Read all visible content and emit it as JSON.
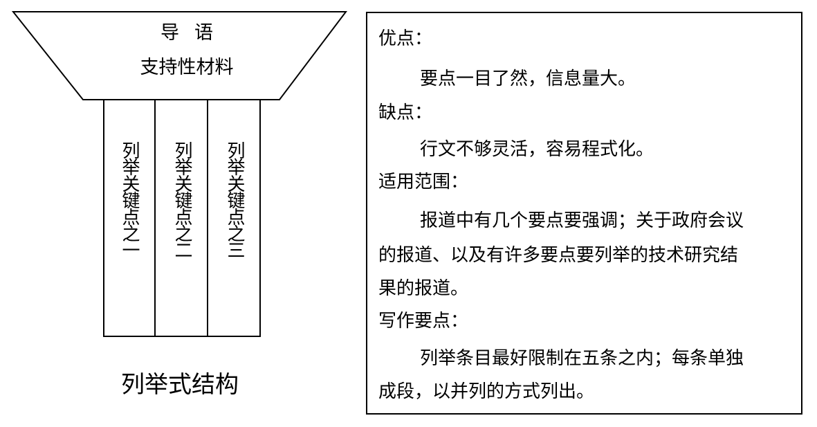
{
  "diagram": {
    "lead_title": "导语",
    "lead_subtitle": "支持性材料",
    "columns": [
      {
        "label": "列举关键点之一"
      },
      {
        "label": "列举关键点之二"
      },
      {
        "label": "列举关键点之三"
      }
    ],
    "caption": "列举式结构"
  },
  "info": {
    "lines": [
      {
        "text": "优点："
      },
      {
        "text": "要点一目了然，信息量大。"
      },
      {
        "text": "缺点："
      },
      {
        "text": "行文不够灵活，容易程式化。"
      },
      {
        "text": "适用范围："
      },
      {
        "text": "报道中有几个要点要强调；关于政府会议"
      },
      {
        "text": "的报道、以及有许多要点要列举的技术研究结"
      },
      {
        "text": "果的报道。"
      },
      {
        "text": "写作要点："
      },
      {
        "text": "列举条目最好限制在五条之内；每条单独"
      },
      {
        "text": "成段，以并列的方式列出。"
      }
    ]
  }
}
